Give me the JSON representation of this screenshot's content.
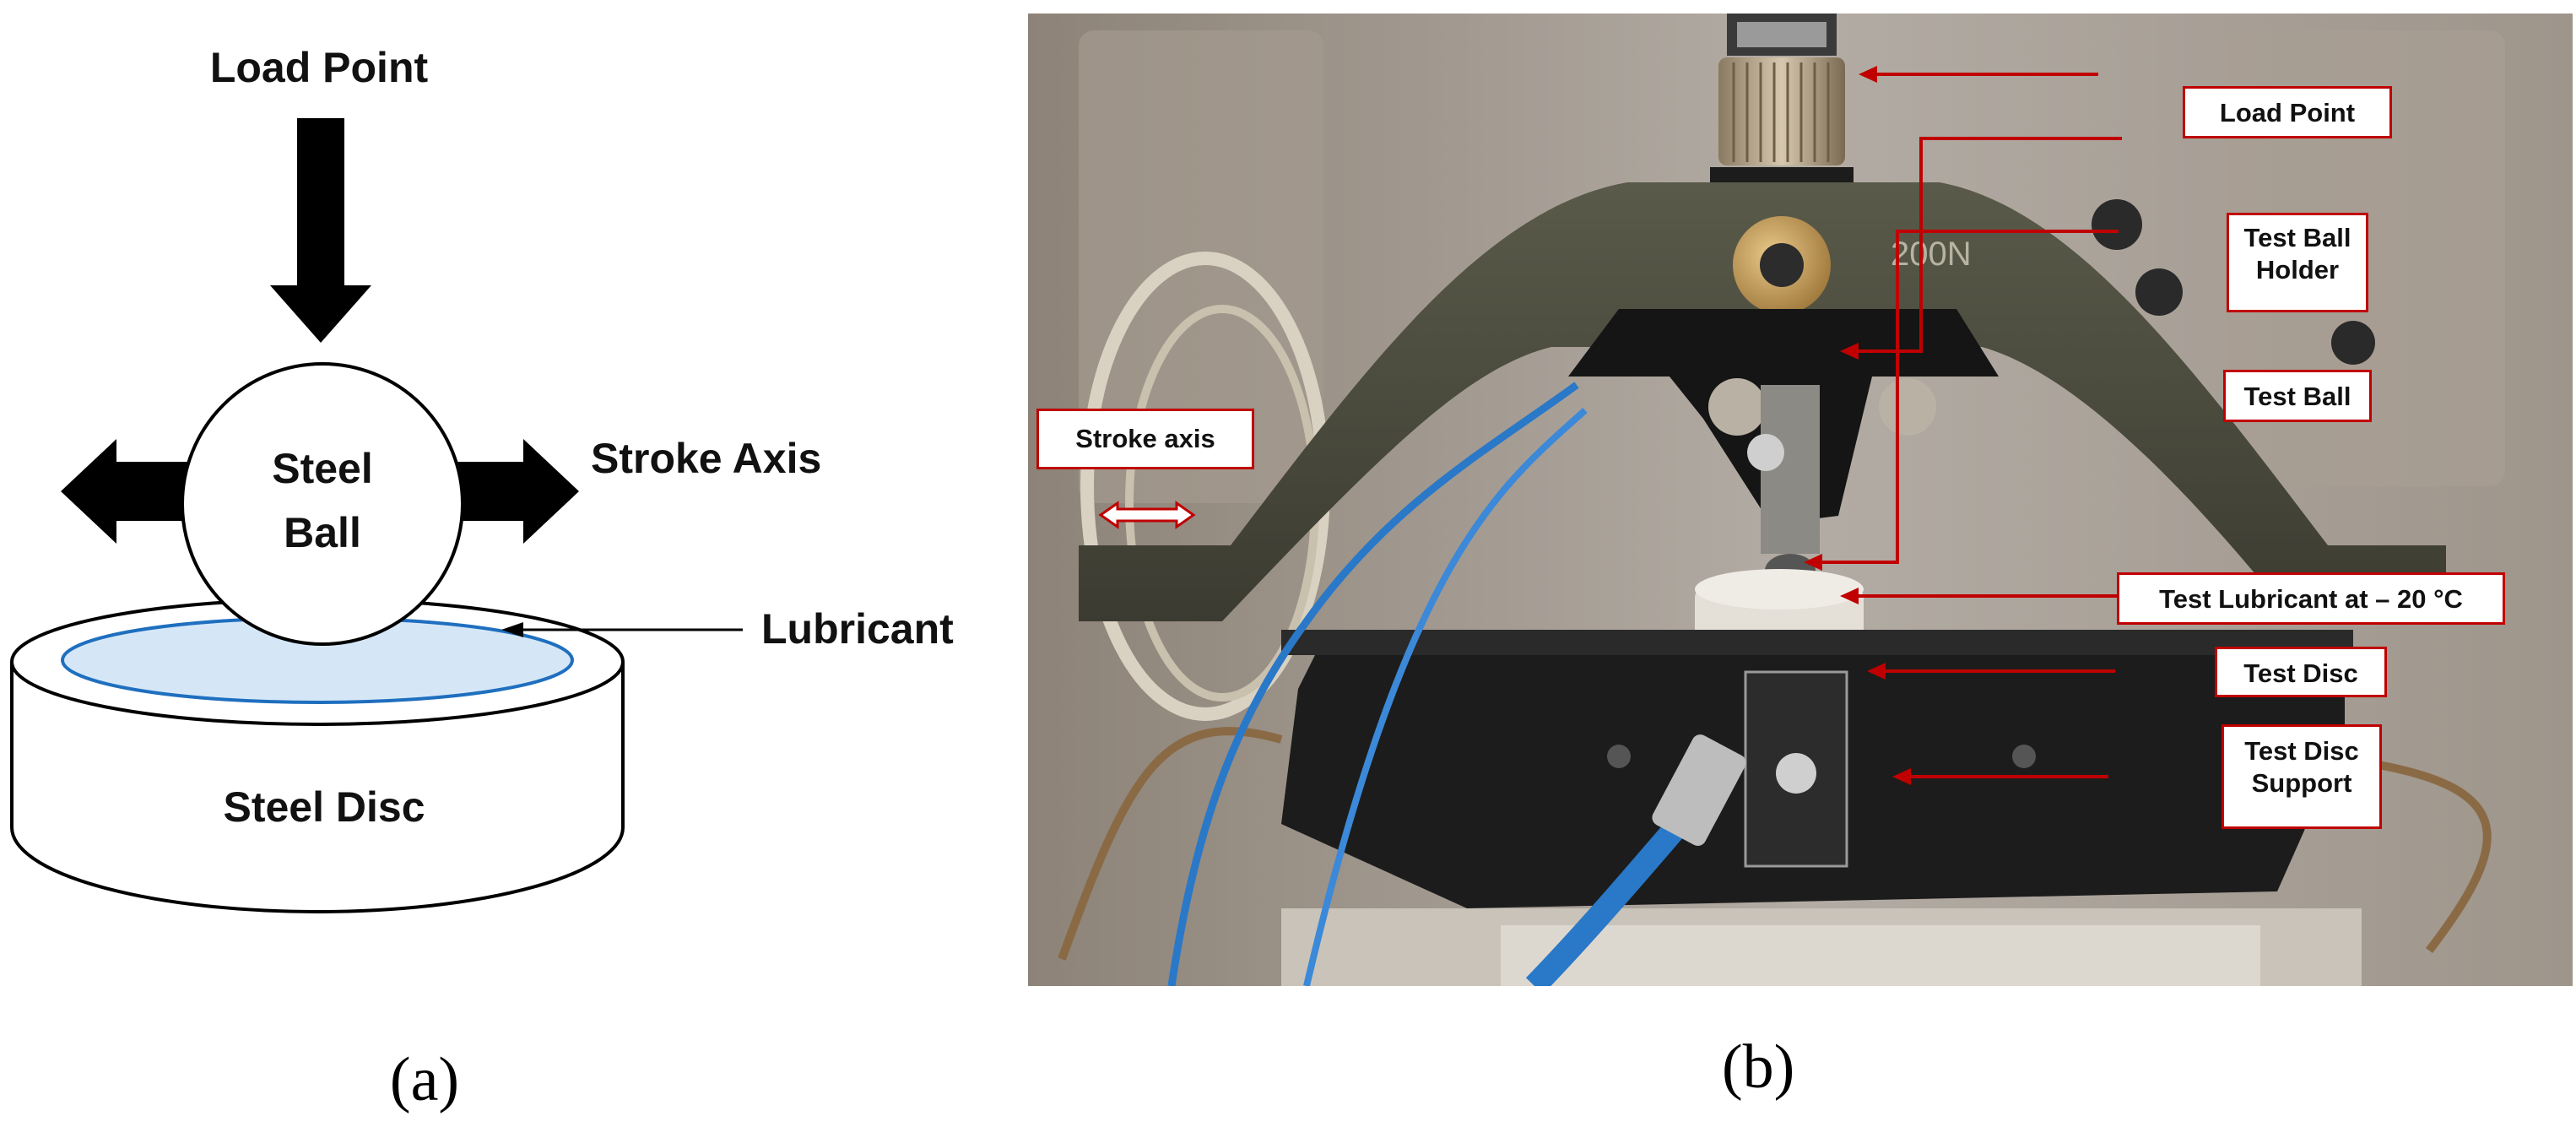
{
  "panel_a": {
    "caption": "(a)",
    "load_point": "Load Point",
    "ball_line1": "Steel",
    "ball_line2": "Ball",
    "stroke_axis": "Stroke Axis",
    "lubricant": "Lubricant",
    "disc": "Steel Disc"
  },
  "panel_b": {
    "caption": "(b)",
    "photo_marking": "200N",
    "labels": {
      "load_point": "Load Point",
      "ball_holder_line1": "Test Ball",
      "ball_holder_line2": "Holder",
      "test_ball": "Test Ball",
      "lubricant": "Test Lubricant at – 20 °C",
      "test_disc": "Test Disc",
      "disc_support_line1": "Test Disc",
      "disc_support_line2": "Support",
      "stroke_axis": "Stroke axis"
    }
  },
  "colors": {
    "callout_red": "#c00000",
    "lubricant_fill": "#d5e7f7",
    "lubricant_stroke": "#1f6fbf",
    "arm_metal": "#4a4a3c",
    "holder_black": "#151515",
    "cable_blue": "#2a78c8"
  }
}
